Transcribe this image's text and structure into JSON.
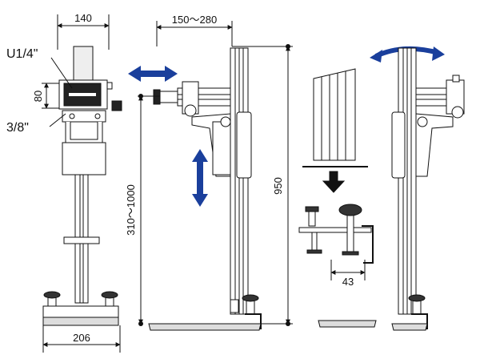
{
  "dimensions": {
    "top_width": "140",
    "arm_reach": "150～280",
    "plate_height": "80",
    "screw_large": "U1/4\"",
    "screw_small": "3/8\"",
    "height_range": "310～1000",
    "total_height": "950",
    "base_width": "206",
    "clamp_opening": "43"
  },
  "colors": {
    "arrow_blue": "#1a3f9c",
    "line": "#111111",
    "part_light": "#ffffff",
    "part_gray": "#d9d9d9"
  }
}
